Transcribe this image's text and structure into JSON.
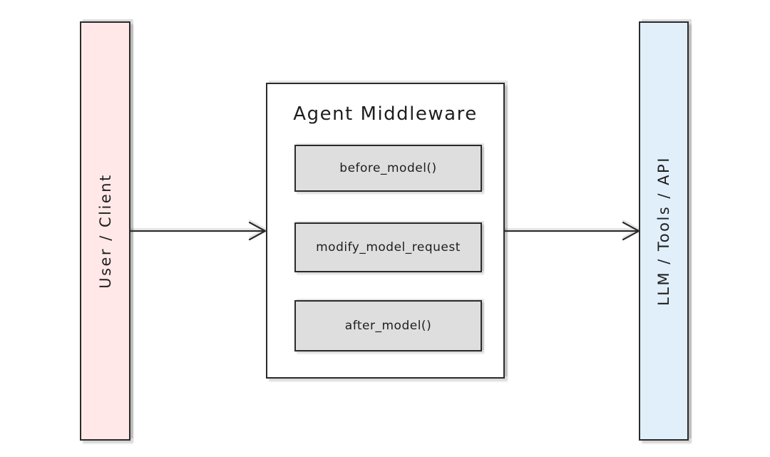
{
  "diagram": {
    "background": "#ffffff",
    "ink_color": "#2b2b2b",
    "text_color": "#1e1e1e",
    "client_bar": {
      "label": "User / Client",
      "fill": "#ffe8e7"
    },
    "middleware": {
      "title": "Agent Middleware",
      "fill": "#ffffff",
      "hook_fill": "#dedede",
      "hooks": [
        {
          "label": "before_model()"
        },
        {
          "label": "modify_model_request"
        },
        {
          "label": "after_model()"
        }
      ]
    },
    "llm_bar": {
      "label": "LLM / Tools / API",
      "fill": "#e1effb"
    },
    "arrows": [
      {
        "name": "client-to-middleware",
        "direction": "right"
      },
      {
        "name": "middleware-to-llm",
        "direction": "right"
      }
    ]
  }
}
